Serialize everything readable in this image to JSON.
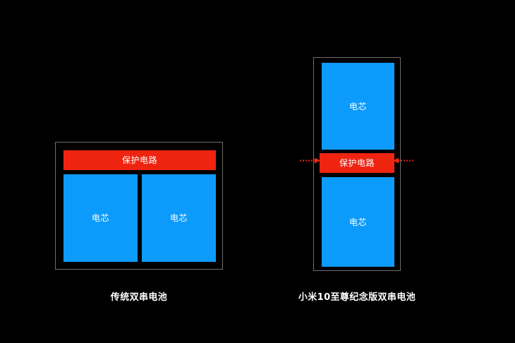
{
  "background_color": "#000000",
  "palette": {
    "cell_blue": "#0d9bfb",
    "protection_red": "#ee2411",
    "frame_gray": "#6e6e6e",
    "label_white": "#ffffff",
    "arrow_red": "#ee2411"
  },
  "diagrams": [
    {
      "id": "traditional",
      "caption": "传统双串电池",
      "blocks": [
        {
          "role": "protection-circuit",
          "label": "保护电路",
          "color": "#ee2411"
        },
        {
          "role": "battery-cell",
          "label": "电芯",
          "color": "#0d9bfb"
        },
        {
          "role": "battery-cell",
          "label": "电芯",
          "color": "#0d9bfb"
        }
      ]
    },
    {
      "id": "mi10-ultra",
      "caption": "小米10至尊纪念版双串电池",
      "blocks": [
        {
          "role": "battery-cell",
          "label": "电芯",
          "color": "#0d9bfb"
        },
        {
          "role": "protection-circuit",
          "label": "保护电路",
          "color": "#ee2411"
        },
        {
          "role": "battery-cell",
          "label": "电芯",
          "color": "#0d9bfb"
        }
      ],
      "annotations": {
        "left_arrow": "arrow-right-pointer",
        "right_arrow": "arrow-left-pointer",
        "target": "保护电路"
      }
    }
  ]
}
